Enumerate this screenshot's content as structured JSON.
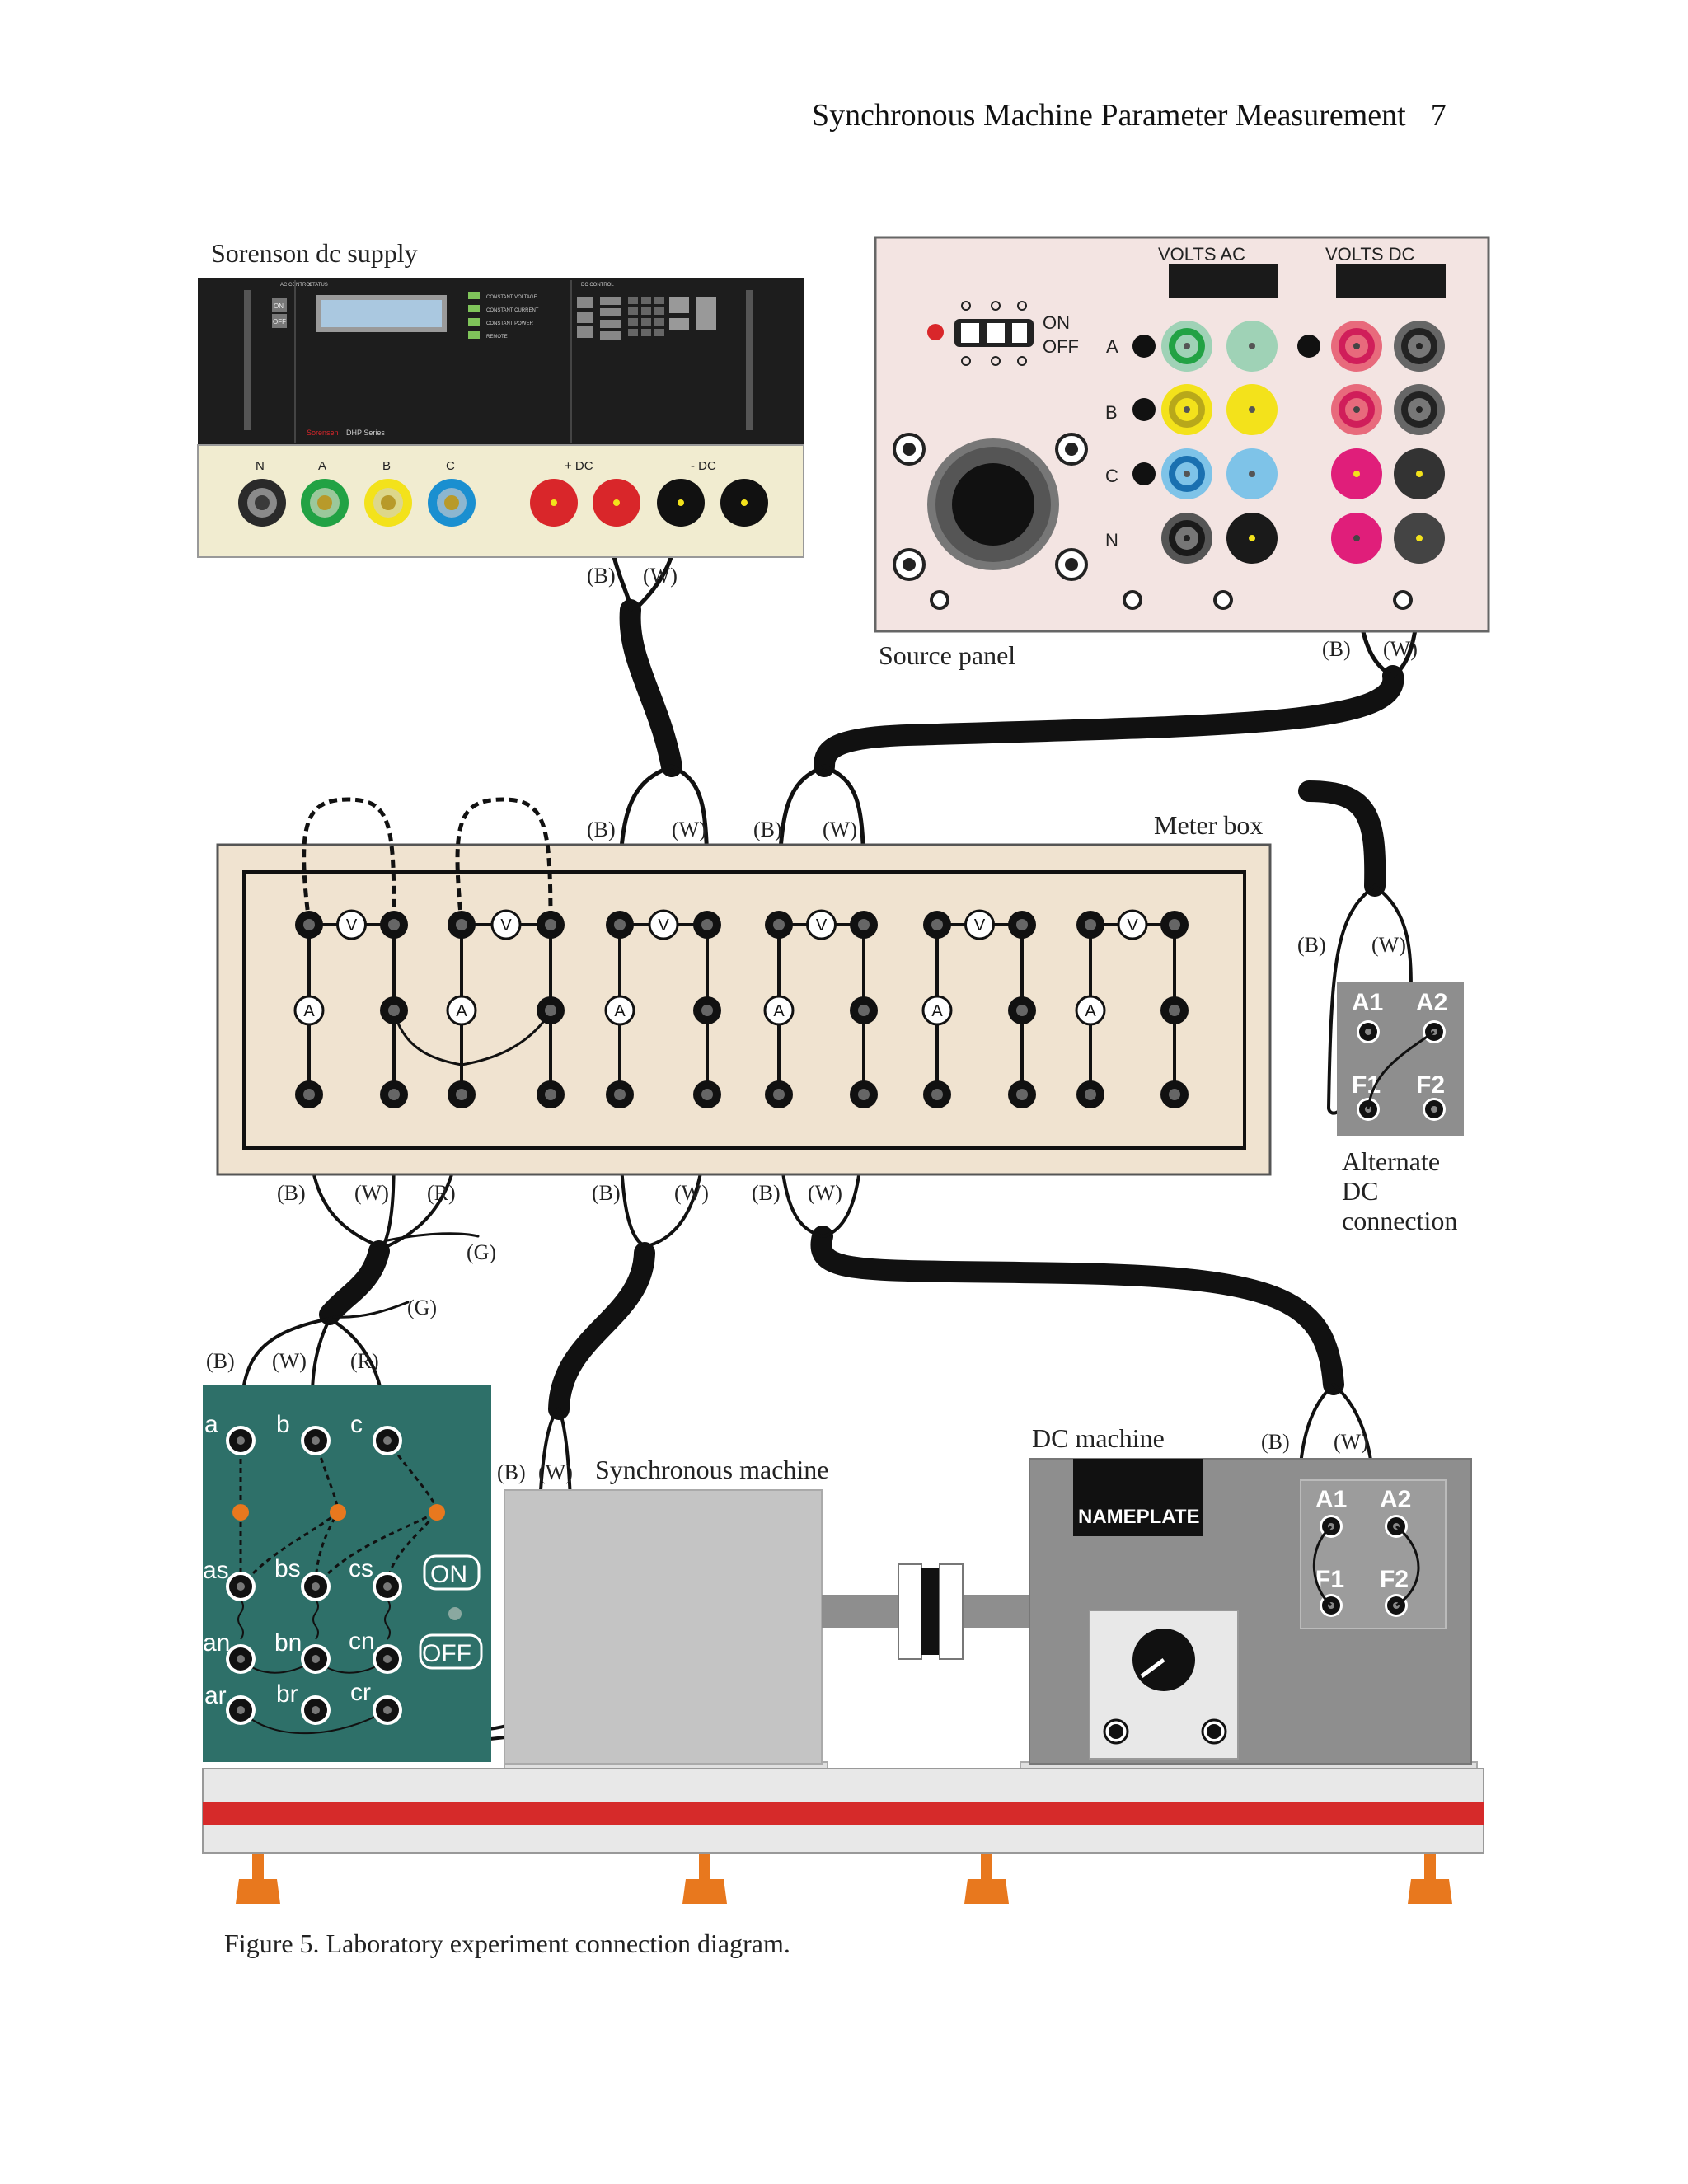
{
  "header": {
    "running_title": "Synchronous Machine Parameter Measurement",
    "page_number": "7"
  },
  "sorenson": {
    "title": "Sorenson dc supply",
    "terminal_labels": [
      "N",
      "A",
      "B",
      "C",
      "+ DC",
      "- DC"
    ],
    "front_panel": {
      "ac_control": "AC CONTROL",
      "status": "STATUS",
      "dc_control": "DC CONTROL",
      "on": "ON",
      "off": "OFF",
      "indicators": [
        "CONSTANT VOLTAGE",
        "CONSTANT CURRENT",
        "CONSTANT POWER",
        "REMOTE"
      ],
      "brand": "Sorensen",
      "series": "DHP Series"
    },
    "lead_b": "(B)",
    "lead_w": "(W)"
  },
  "source_panel": {
    "title": "Source panel",
    "volts_ac": "VOLTS AC",
    "volts_dc": "VOLTS DC",
    "on": "ON",
    "off": "OFF",
    "phase_labels": [
      "A",
      "B",
      "C",
      "N"
    ],
    "lead_b": "(B)",
    "lead_w": "(W)"
  },
  "meter_box": {
    "title": "Meter box",
    "voltmeter": "V",
    "ammeter": "A",
    "top_leads": [
      "(B)",
      "(W)",
      "(B)",
      "(W)"
    ],
    "bottom_leads": [
      "(B)",
      "(W)",
      "(R)",
      "(B)",
      "(W)",
      "(B)",
      "(W)"
    ],
    "ground_leads": [
      "(G)",
      "(G)"
    ]
  },
  "alternate_dc": {
    "caption_lines": [
      "Alternate",
      "DC",
      "connection"
    ],
    "terminals": [
      "A1",
      "A2",
      "F1",
      "F2"
    ],
    "lead_b": "(B)",
    "lead_w": "(W)"
  },
  "sync_switch": {
    "leads": [
      "(B)",
      "(W)",
      "(R)"
    ],
    "row1": [
      "a",
      "b",
      "c"
    ],
    "row2": [
      "as",
      "bs",
      "cs"
    ],
    "row3": [
      "an",
      "bn",
      "cn"
    ],
    "row4": [
      "ar",
      "br",
      "cr"
    ],
    "on": "ON",
    "off": "OFF"
  },
  "sync_machine": {
    "title": "Synchronous machine",
    "lead_b": "(B)",
    "lead_w": "(W)"
  },
  "dc_machine": {
    "title": "DC machine",
    "nameplate": "NAMEPLATE",
    "terminals": [
      "A1",
      "A2",
      "F1",
      "F2"
    ],
    "lead_b": "(B)",
    "lead_w": "(W)"
  },
  "caption": "Figure 5.  Laboratory experiment connection diagram.",
  "colors": {
    "panel_cream": "#f1ecd0",
    "source_panel_pink": "#f3e4e2",
    "meter_box_beige": "#f0e3d0",
    "switch_green": "#2e7069",
    "machine_gray": "#c4c4c4",
    "dc_machine_gray": "#8e8e8e",
    "bench_red": "#d62a2a",
    "foot_orange": "#e8781e",
    "terminal_red": "#d9262a",
    "terminal_green": "#22a244",
    "terminal_yellow": "#f3e21b",
    "terminal_blue": "#1a8fd0",
    "terminal_magenta": "#e01e7a"
  }
}
